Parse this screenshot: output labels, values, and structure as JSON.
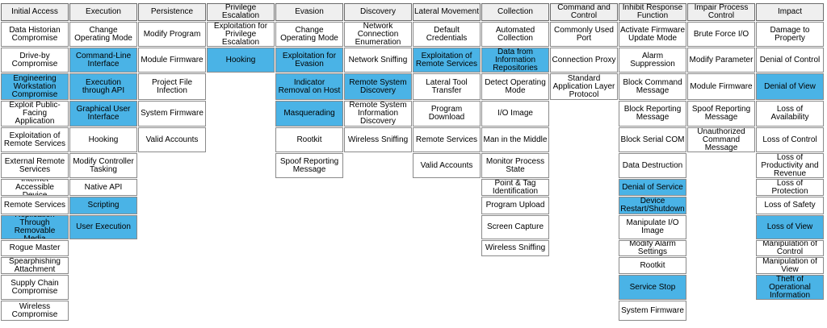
{
  "highlight_color": "#4ab3e6",
  "columns": [
    {
      "header": "Initial Access",
      "cells": [
        {
          "t": "Data Historian Compromise",
          "h": false
        },
        {
          "t": "Drive-by Compromise",
          "h": false
        },
        {
          "t": "Engineering Workstation Compromise",
          "h": true
        },
        {
          "t": "Exploit Public-Facing Application",
          "h": false
        },
        {
          "t": "Exploitation of Remote Services",
          "h": false
        },
        {
          "t": "External Remote Services",
          "h": false
        },
        {
          "t": "Internet Accessible Device",
          "h": false
        },
        {
          "t": "Remote Services",
          "h": false
        },
        {
          "t": "Replication Through Removable Media",
          "h": true
        },
        {
          "t": "Rogue Master",
          "h": false
        },
        {
          "t": "Spearphishing Attachment",
          "h": false
        },
        {
          "t": "Supply Chain Compromise",
          "h": false
        },
        {
          "t": "Wireless Compromise",
          "h": false
        }
      ]
    },
    {
      "header": "Execution",
      "cells": [
        {
          "t": "Change Operating Mode",
          "h": false
        },
        {
          "t": "Command-Line Interface",
          "h": true
        },
        {
          "t": "Execution through API",
          "h": true
        },
        {
          "t": "Graphical User Interface",
          "h": true
        },
        {
          "t": "Hooking",
          "h": false
        },
        {
          "t": "Modify Controller Tasking",
          "h": false
        },
        {
          "t": "Native API",
          "h": false
        },
        {
          "t": "Scripting",
          "h": true
        },
        {
          "t": "User Execution",
          "h": true
        }
      ]
    },
    {
      "header": "Persistence",
      "cells": [
        {
          "t": "Modify Program",
          "h": false
        },
        {
          "t": "Module Firmware",
          "h": false
        },
        {
          "t": "Project File Infection",
          "h": false
        },
        {
          "t": "System Firmware",
          "h": false
        },
        {
          "t": "Valid Accounts",
          "h": false
        }
      ]
    },
    {
      "header": "Privilege Escalation",
      "cells": [
        {
          "t": "Exploitation for Privilege Escalation",
          "h": false
        },
        {
          "t": "Hooking",
          "h": true
        }
      ]
    },
    {
      "header": "Evasion",
      "cells": [
        {
          "t": "Change Operating Mode",
          "h": false
        },
        {
          "t": "Exploitation for Evasion",
          "h": true
        },
        {
          "t": "Indicator Removal on Host",
          "h": true
        },
        {
          "t": "Masquerading",
          "h": true
        },
        {
          "t": "Rootkit",
          "h": false
        },
        {
          "t": "Spoof Reporting Message",
          "h": false
        }
      ]
    },
    {
      "header": "Discovery",
      "cells": [
        {
          "t": "Network Connection Enumeration",
          "h": false
        },
        {
          "t": "Network Sniffing",
          "h": false
        },
        {
          "t": "Remote System Discovery",
          "h": true
        },
        {
          "t": "Remote System Information Discovery",
          "h": false
        },
        {
          "t": "Wireless Sniffing",
          "h": false
        }
      ]
    },
    {
      "header": "Lateral Movement",
      "cells": [
        {
          "t": "Default Credentials",
          "h": false
        },
        {
          "t": "Exploitation of Remote Services",
          "h": true
        },
        {
          "t": "Lateral Tool Transfer",
          "h": false
        },
        {
          "t": "Program Download",
          "h": false
        },
        {
          "t": "Remote Services",
          "h": false
        },
        {
          "t": "Valid Accounts",
          "h": false
        }
      ]
    },
    {
      "header": "Collection",
      "cells": [
        {
          "t": "Automated Collection",
          "h": false
        },
        {
          "t": "Data from Information Repositories",
          "h": true
        },
        {
          "t": "Detect Operating Mode",
          "h": false
        },
        {
          "t": "I/O Image",
          "h": false
        },
        {
          "t": "Man in the Middle",
          "h": false
        },
        {
          "t": "Monitor Process State",
          "h": false
        },
        {
          "t": "Point & Tag Identification",
          "h": false
        },
        {
          "t": "Program Upload",
          "h": false
        },
        {
          "t": "Screen Capture",
          "h": false
        },
        {
          "t": "Wireless Sniffing",
          "h": false
        }
      ]
    },
    {
      "header": "Command and Control",
      "cells": [
        {
          "t": "Commonly Used Port",
          "h": false
        },
        {
          "t": "Connection Proxy",
          "h": false
        },
        {
          "t": "Standard Application Layer Protocol",
          "h": false
        }
      ]
    },
    {
      "header": "Inhibit Response Function",
      "cells": [
        {
          "t": "Activate Firmware Update Mode",
          "h": false
        },
        {
          "t": "Alarm Suppression",
          "h": false
        },
        {
          "t": "Block Command Message",
          "h": false
        },
        {
          "t": "Block Reporting Message",
          "h": false
        },
        {
          "t": "Block Serial COM",
          "h": false
        },
        {
          "t": "Data Destruction",
          "h": false
        },
        {
          "t": "Denial of Service",
          "h": true
        },
        {
          "t": "Device Restart/Shutdown",
          "h": true
        },
        {
          "t": "Manipulate I/O Image",
          "h": false
        },
        {
          "t": "Modify Alarm Settings",
          "h": false
        },
        {
          "t": "Rootkit",
          "h": false
        },
        {
          "t": "Service Stop",
          "h": true
        },
        {
          "t": "System Firmware",
          "h": false
        }
      ]
    },
    {
      "header": "Impair Process Control",
      "cells": [
        {
          "t": "Brute Force I/O",
          "h": false
        },
        {
          "t": "Modify Parameter",
          "h": false
        },
        {
          "t": "Module Firmware",
          "h": false
        },
        {
          "t": "Spoof Reporting Message",
          "h": false
        },
        {
          "t": "Unauthorized Command Message",
          "h": false
        }
      ]
    },
    {
      "header": "Impact",
      "cells": [
        {
          "t": "Damage to Property",
          "h": false
        },
        {
          "t": "Denial of Control",
          "h": false
        },
        {
          "t": "Denial of View",
          "h": true
        },
        {
          "t": "Loss of Availability",
          "h": false
        },
        {
          "t": "Loss of Control",
          "h": false
        },
        {
          "t": "Loss of Productivity and Revenue",
          "h": false
        },
        {
          "t": "Loss of Protection",
          "h": false
        },
        {
          "t": "Loss of Safety",
          "h": false
        },
        {
          "t": "Loss of View",
          "h": true
        },
        {
          "t": "Manipulation of Control",
          "h": false
        },
        {
          "t": "Manipulation of View",
          "h": false
        },
        {
          "t": "Theft of Operational Information",
          "h": true
        }
      ]
    }
  ]
}
